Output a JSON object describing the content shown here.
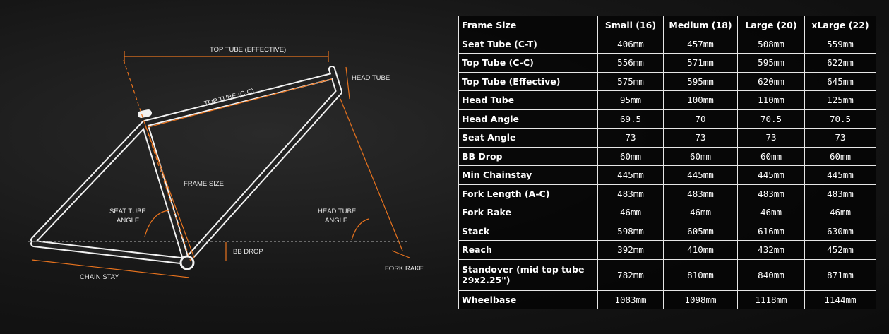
{
  "diagram": {
    "labels": {
      "top_tube_effective": "TOP TUBE (EFFECTIVE)",
      "head_tube": "HEAD TUBE",
      "top_tube_cc": "TOP TUBE (C-C)",
      "frame_size": "FRAME SIZE",
      "seat_tube_angle_1": "SEAT TUBE",
      "seat_tube_angle_2": "ANGLE",
      "head_tube_angle_1": "HEAD TUBE",
      "head_tube_angle_2": "ANGLE",
      "bb_drop": "BB DROP",
      "chain_stay": "CHAIN STAY",
      "fork_rake": "FORK RAKE"
    },
    "accent_color": "#e8731e"
  },
  "table": {
    "headers": [
      "Frame Size",
      "Small (16)",
      "Medium (18)",
      "Large (20)",
      "xLarge (22)"
    ],
    "rows": [
      {
        "label": "Seat Tube (C-T)",
        "values": [
          "406mm",
          "457mm",
          "508mm",
          "559mm"
        ]
      },
      {
        "label": "Top Tube (C-C)",
        "values": [
          "556mm",
          "571mm",
          "595mm",
          "622mm"
        ]
      },
      {
        "label": "Top Tube (Effective)",
        "values": [
          "575mm",
          "595mm",
          "620mm",
          "645mm"
        ]
      },
      {
        "label": "Head Tube",
        "values": [
          "95mm",
          "100mm",
          "110mm",
          "125mm"
        ]
      },
      {
        "label": "Head Angle",
        "values": [
          "69.5",
          "70",
          "70.5",
          "70.5"
        ]
      },
      {
        "label": "Seat Angle",
        "values": [
          "73",
          "73",
          "73",
          "73"
        ]
      },
      {
        "label": "BB Drop",
        "values": [
          "60mm",
          "60mm",
          "60mm",
          "60mm"
        ]
      },
      {
        "label": "Min Chainstay",
        "values": [
          "445mm",
          "445mm",
          "445mm",
          "445mm"
        ]
      },
      {
        "label": "Fork Length (A-C)",
        "values": [
          "483mm",
          "483mm",
          "483mm",
          "483mm"
        ]
      },
      {
        "label": "Fork Rake",
        "values": [
          "46mm",
          "46mm",
          "46mm",
          "46mm"
        ]
      },
      {
        "label": "Stack",
        "values": [
          "598mm",
          "605mm",
          "616mm",
          "630mm"
        ]
      },
      {
        "label": "Reach",
        "values": [
          "392mm",
          "410mm",
          "432mm",
          "452mm"
        ]
      },
      {
        "label": "Standover (mid top tube 29x2.25\")",
        "values": [
          "782mm",
          "810mm",
          "840mm",
          "871mm"
        ]
      },
      {
        "label": "Wheelbase",
        "values": [
          "1083mm",
          "1098mm",
          "1118mm",
          "1144mm"
        ]
      }
    ]
  }
}
